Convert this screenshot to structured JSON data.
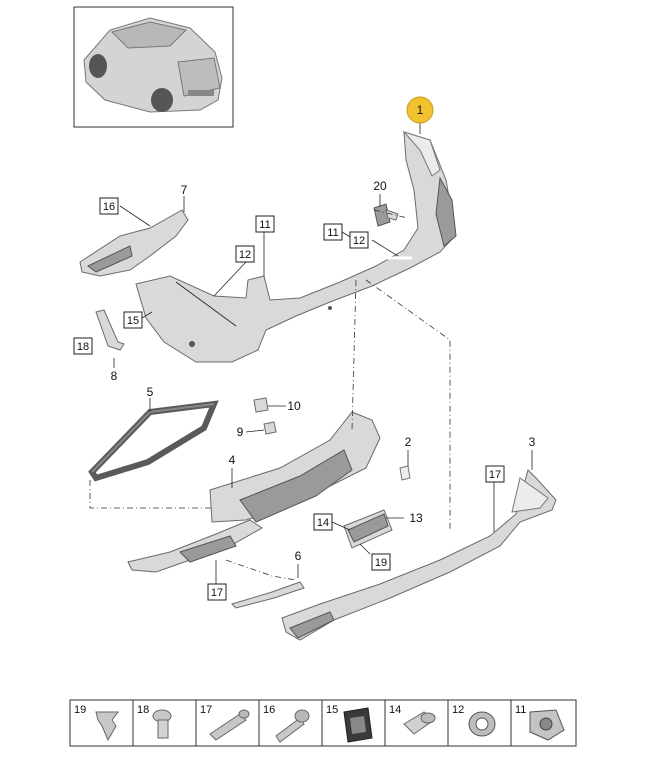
{
  "callouts": {
    "main_part": "1",
    "p2": "2",
    "p3": "3",
    "p4": "4",
    "p5": "5",
    "p6": "6",
    "p7": "7",
    "p8": "8",
    "p9": "9",
    "p10": "10",
    "p13": "13",
    "p20": "20"
  },
  "boxed_labels": {
    "b16": "16",
    "b11a": "11",
    "b12a": "12",
    "b11b": "11",
    "b12b": "12",
    "b15": "15",
    "b18": "18",
    "b17a": "17",
    "b17b": "17",
    "b14": "14",
    "b19": "19"
  },
  "parts_strip": [
    "19",
    "18",
    "17",
    "16",
    "15",
    "14",
    "12",
    "11"
  ],
  "colors": {
    "highlight": "#f2c12e",
    "part_fill": "#d9d9d9",
    "line": "#222222"
  },
  "icons": [
    "car-thumbnail-icon",
    "clip-icon",
    "bolt-icon",
    "rivet-icon",
    "screw-icon",
    "nut-clip-icon",
    "spacer-icon",
    "grommet-icon",
    "sensor-holder-icon"
  ]
}
